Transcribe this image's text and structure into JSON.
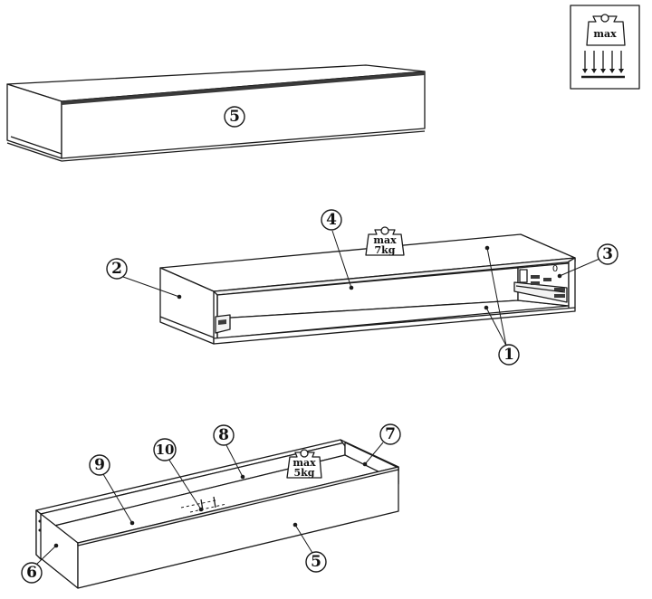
{
  "symbol_label": "max",
  "shelf_weight": {
    "max_label": "max",
    "value_label": "7kg"
  },
  "drawer_weight": {
    "max_label": "max",
    "value_label": "5kg"
  },
  "callouts": {
    "c1": "1",
    "c2": "2",
    "c3": "3",
    "c4": "4",
    "c5_top": "5",
    "c5_drawer": "5",
    "c6": "6",
    "c7": "7",
    "c8": "8",
    "c9": "9",
    "c10": "10"
  },
  "hinge_mark": "0"
}
